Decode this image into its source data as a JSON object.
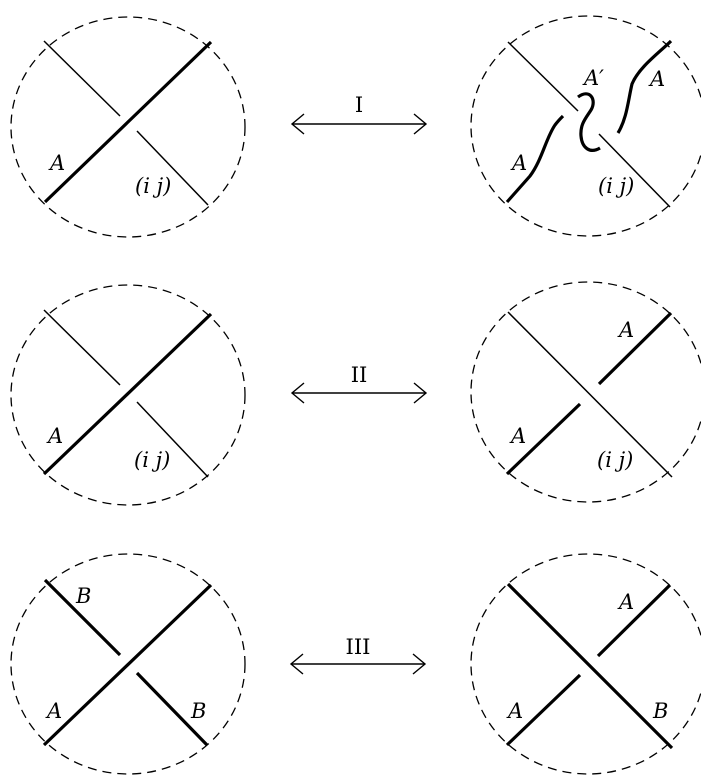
{
  "rows": [
    {
      "move": "I",
      "left": {
        "strand_label": "A",
        "crossing_label": "(i j)"
      },
      "right": {
        "strand_label_lower": "A",
        "strand_label_upper": "A",
        "kink_label": "A′",
        "crossing_label": "(i j)"
      }
    },
    {
      "move": "II",
      "left": {
        "strand_label": "A",
        "crossing_label": "(i j)"
      },
      "right": {
        "strand_label_lower": "A",
        "strand_label_upper": "A",
        "crossing_label": "(i j)"
      }
    },
    {
      "move": "III",
      "left": {
        "label_top_left": "B",
        "label_bottom_left": "A",
        "label_bottom_right": "B"
      },
      "right": {
        "label_top_right": "A",
        "label_bottom_left": "A",
        "label_bottom_right": "B"
      }
    }
  ]
}
